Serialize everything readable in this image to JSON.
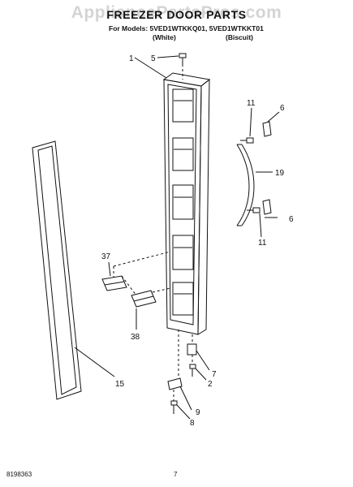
{
  "watermark": "AppliancePartsPros.com",
  "title": "FREEZER DOOR PARTS",
  "models_line": "For Models: 5VED1WTKKQ01, 5VED1WTKKT01",
  "variants": [
    "(White)",
    "(Biscuit)"
  ],
  "callouts": {
    "door_assembly": "1",
    "screw_top": "5",
    "screw_handle_upper": "11",
    "screw_handle_lower": "11",
    "cap_upper": "6",
    "cap_lower": "6",
    "handle": "19",
    "bracket_upper_part": "37",
    "bracket_lower_part": "38",
    "gasket": "15",
    "hinge_bushing": "7",
    "hinge_screw": "2",
    "bottom_hinge": "9",
    "bottom_hinge_screw": "8"
  },
  "footer": {
    "doc_number": "8198363",
    "page_number": "7"
  }
}
